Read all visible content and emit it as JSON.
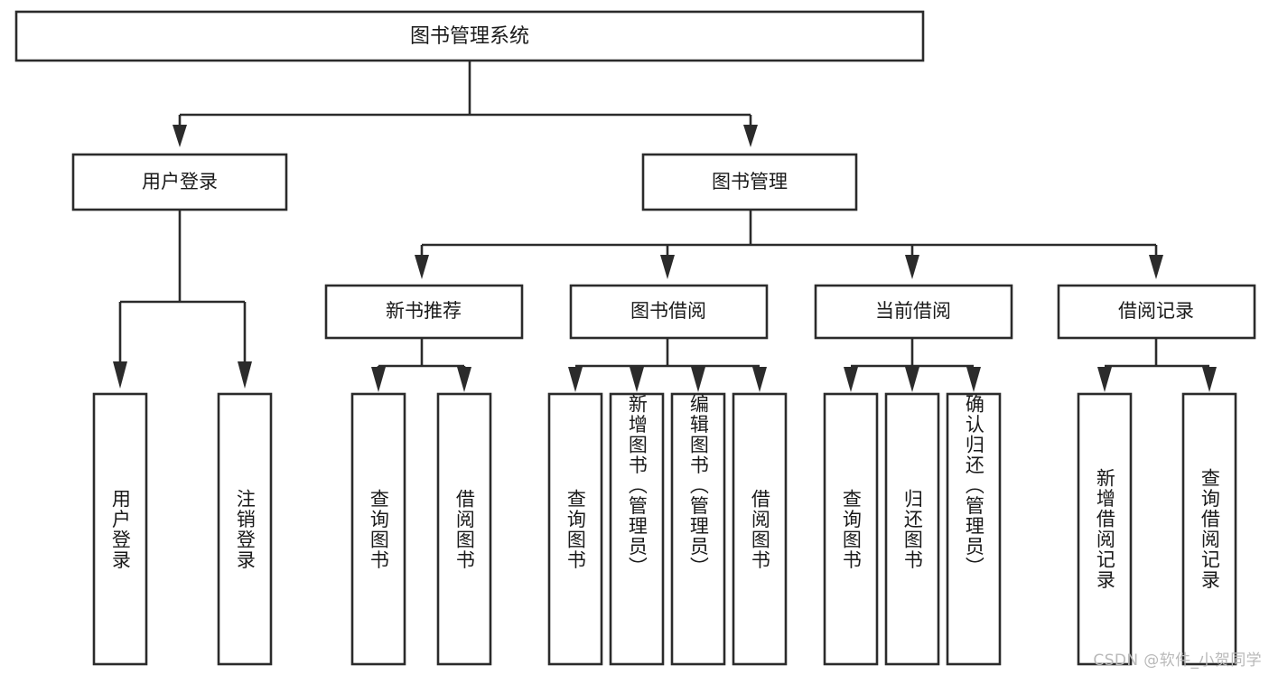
{
  "diagram": {
    "type": "tree",
    "title": "图书管理系统",
    "orientation": "top-down",
    "root": {
      "label": "图书管理系统"
    },
    "level2": [
      {
        "label": "用户登录"
      },
      {
        "label": "图书管理"
      }
    ],
    "level3": [
      {
        "label": "新书推荐"
      },
      {
        "label": "图书借阅"
      },
      {
        "label": "当前借阅"
      },
      {
        "label": "借阅记录"
      }
    ],
    "leaves": {
      "user_login": [
        {
          "label": "用户登录"
        },
        {
          "label": "注销登录"
        }
      ],
      "new_book_recommend": [
        {
          "label": "查询图书"
        },
        {
          "label": "借阅图书"
        }
      ],
      "book_borrow": [
        {
          "label": "查询图书"
        },
        {
          "label": "新增图书（管理员）"
        },
        {
          "label": "编辑图书（管理员）"
        },
        {
          "label": "借阅图书"
        }
      ],
      "current_borrow": [
        {
          "label": "查询图书"
        },
        {
          "label": "归还图书"
        },
        {
          "label": "确认归还（管理员）"
        }
      ],
      "borrow_record": [
        {
          "label": "新增借阅记录"
        },
        {
          "label": "查询借阅记录"
        }
      ]
    }
  },
  "watermark": {
    "text": "CSDN @软件_小贺同学"
  },
  "colors": {
    "background": "#ffffff",
    "box_fill": "#ffffff",
    "box_stroke": "#2b2b2b",
    "text": "#1a1a1a",
    "watermark": "#b9b9b9"
  }
}
